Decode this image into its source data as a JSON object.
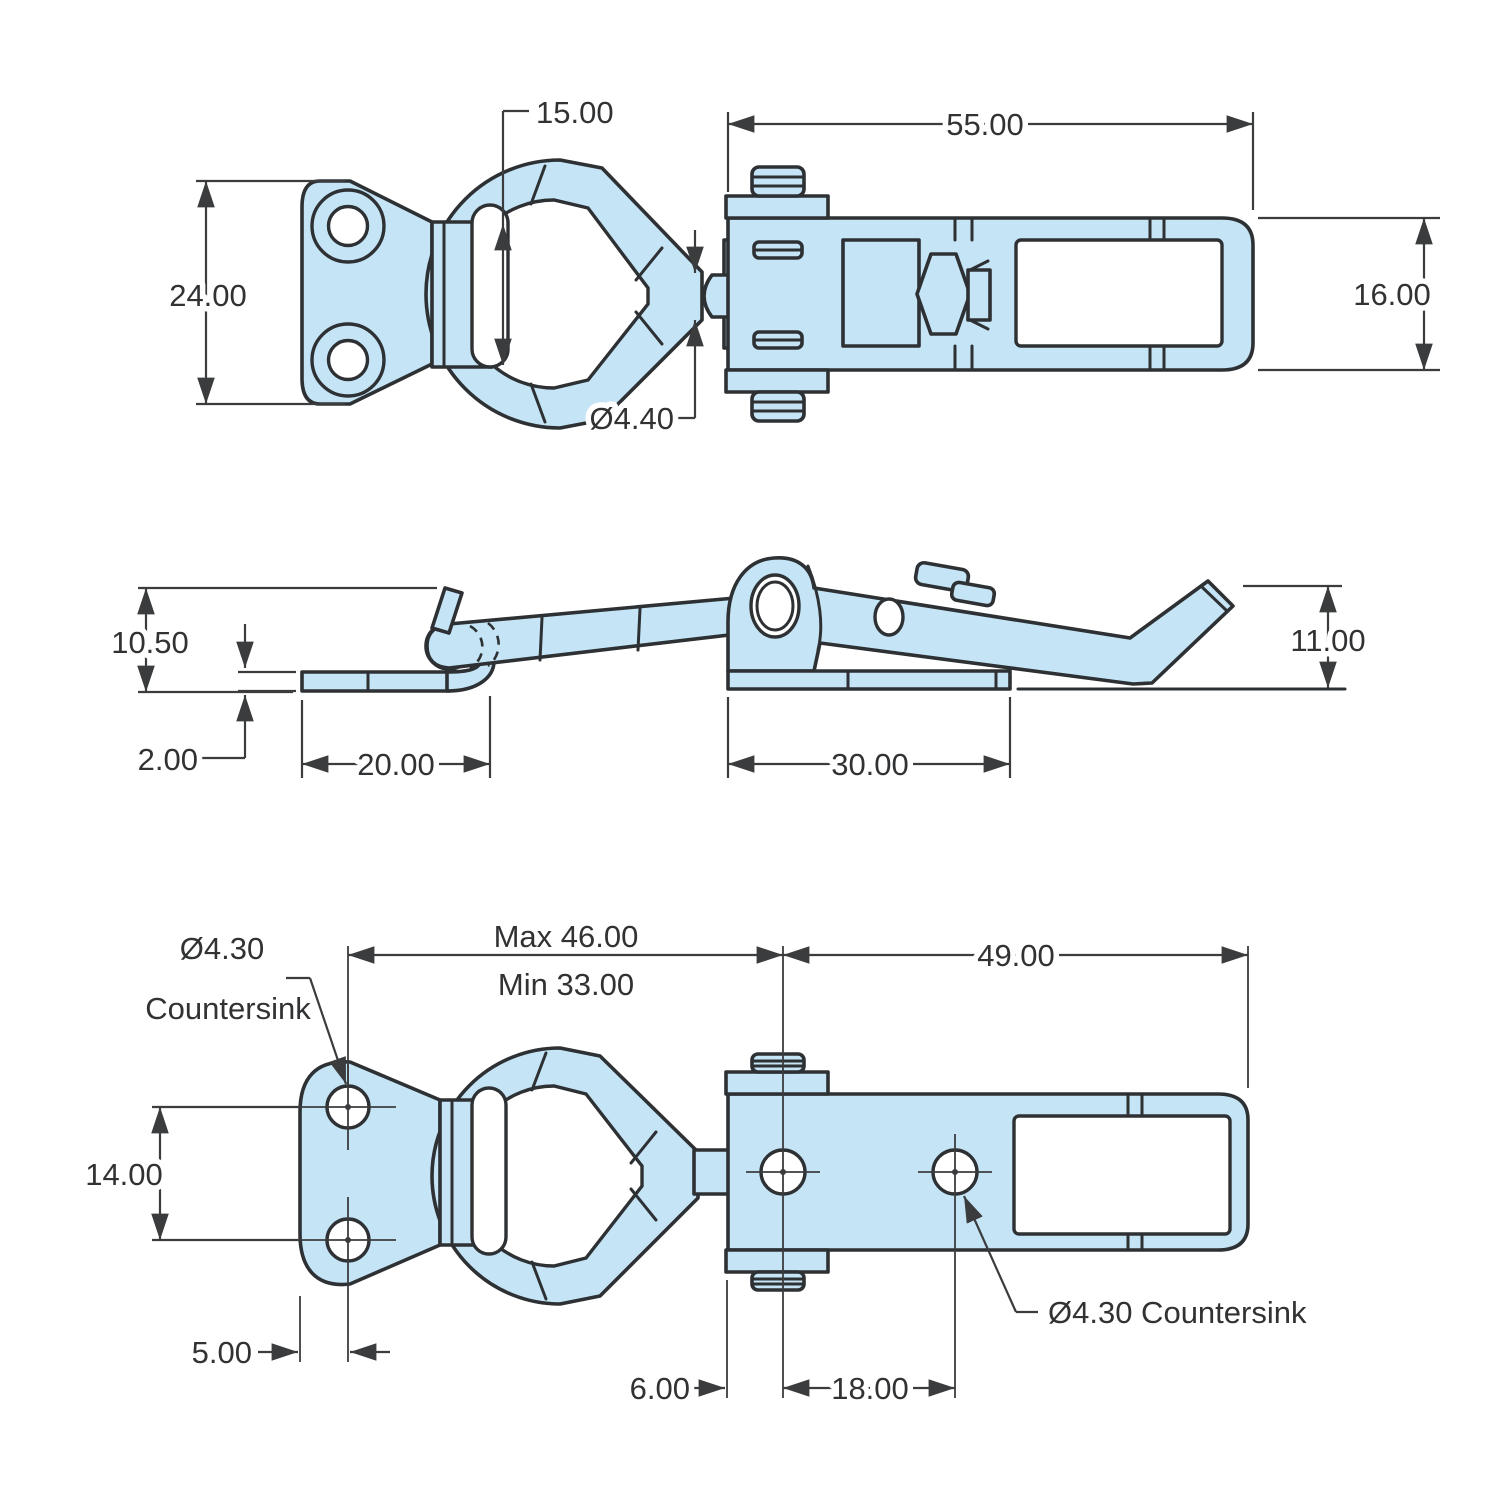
{
  "drawing_type": "technical-drawing",
  "subject": "adjustable toggle draw latch with hook plate, three orthographic views",
  "colors": {
    "part_fill": "#C5E5F7",
    "outline": "#2E3134",
    "dimension_lines": "#3B3C3E",
    "background": "#FFFFFF"
  },
  "views": {
    "top": {
      "dim_loop_opening": "15.00",
      "dim_body_length": "55.00",
      "dim_plate_height": "24.00",
      "dim_frame_height": "16.00",
      "dim_rod_diameter": "Ø4.40"
    },
    "side": {
      "dim_hook_height": "10.50",
      "dim_plate_thickness": "2.00",
      "dim_hook_length": "20.00",
      "dim_base_length": "30.00",
      "dim_lever_height": "11.00"
    },
    "bottom": {
      "hole_callout_diameter": "Ø4.30",
      "hole_callout_type": "Countersink",
      "dim_span_max": "Max 46.00",
      "dim_span_min": "Min 33.00",
      "dim_frame_length": "49.00",
      "dim_plate_hole_pitch": "14.00",
      "dim_plate_hole_offset": "5.00",
      "dim_body_hole_offset": "6.00",
      "dim_body_hole_pitch": "18.00",
      "hole_callout_full": "Ø4.30 Countersink"
    }
  }
}
